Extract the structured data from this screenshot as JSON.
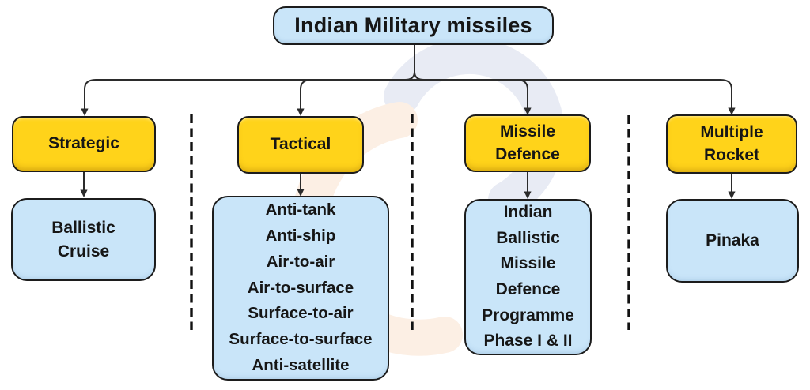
{
  "title": "Indian Military missiles",
  "colors": {
    "category_fill": "#FFD31A",
    "child_fill": "#C9E5F9",
    "border": "#1C1C1C",
    "connector": "#2B2B2B",
    "watermark_blue": "#E8EBF4",
    "watermark_peach": "#FCEFE4"
  },
  "branches": [
    {
      "label": "Strategic",
      "label_lines": [
        "Strategic"
      ],
      "items": [
        "Ballistic",
        "Cruise"
      ]
    },
    {
      "label": "Tactical",
      "label_lines": [
        "Tactical"
      ],
      "items": [
        "Anti-tank",
        "Anti-ship",
        "Air-to-air",
        "Air-to-surface",
        "Surface-to-air",
        "Surface-to-surface",
        "Anti-satellite"
      ]
    },
    {
      "label": "Missile Defence",
      "label_lines": [
        "Missile",
        "Defence"
      ],
      "items": [
        "Indian",
        "Ballistic",
        "Missile",
        "Defence",
        "Programme",
        "Phase I & II"
      ]
    },
    {
      "label": "Multiple Rocket",
      "label_lines": [
        "Multiple",
        "Rocket"
      ],
      "items": [
        "Pinaka"
      ]
    }
  ]
}
